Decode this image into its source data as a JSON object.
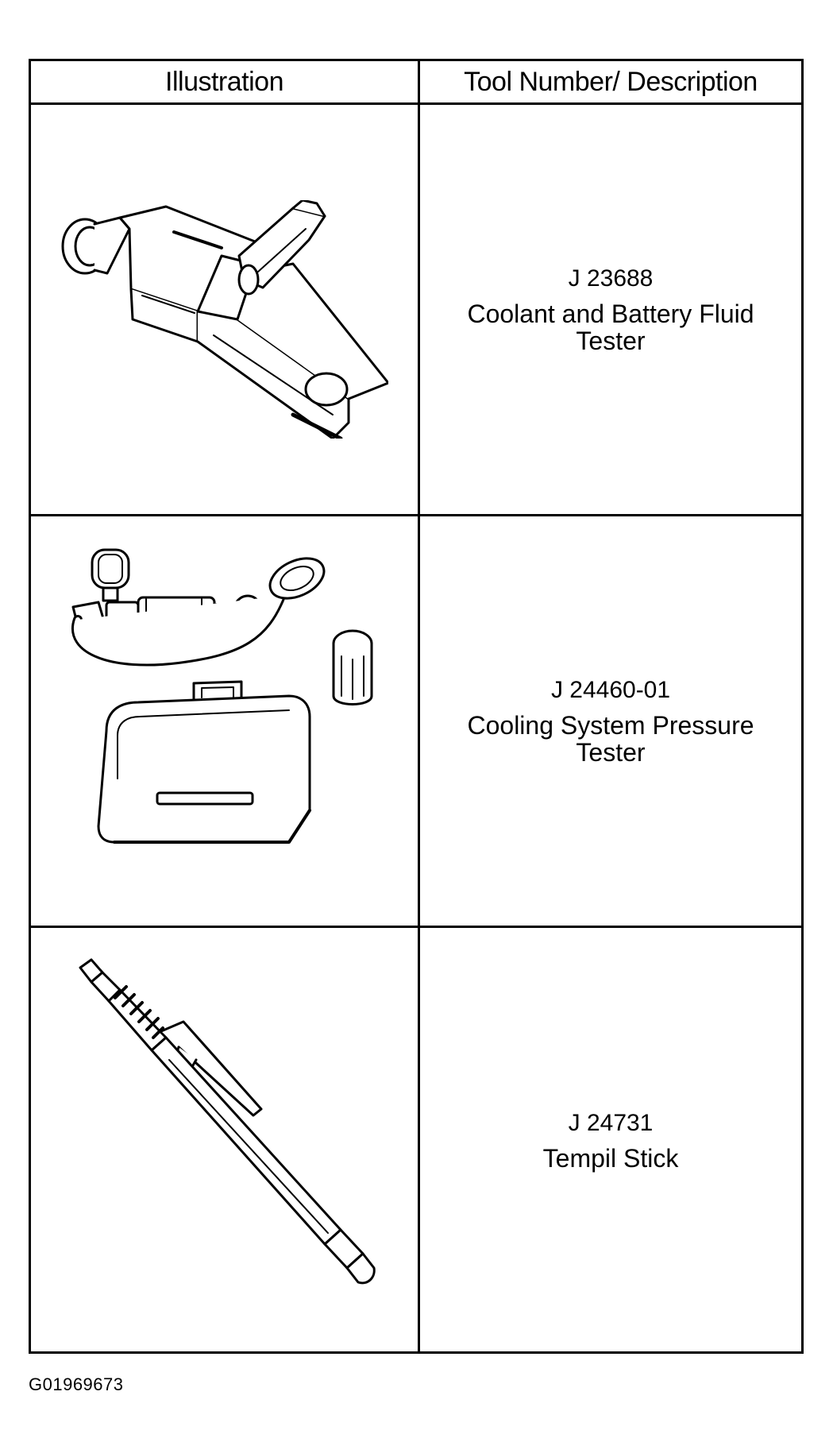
{
  "table": {
    "headers": {
      "illustration": "Illustration",
      "tool_description": "Tool Number/ Description"
    },
    "rows": [
      {
        "tool_number": "J 23688",
        "description": "Coolant and Battery Fluid Tester",
        "icon": "refractometer-tester-illustration"
      },
      {
        "tool_number": "J 24460-01",
        "description": "Cooling System Pressure Tester",
        "icon": "pressure-tester-kit-illustration"
      },
      {
        "tool_number": "J 24731",
        "description": "Tempil Stick",
        "icon": "tempil-stick-illustration"
      }
    ]
  },
  "figure_id": "G01969673"
}
